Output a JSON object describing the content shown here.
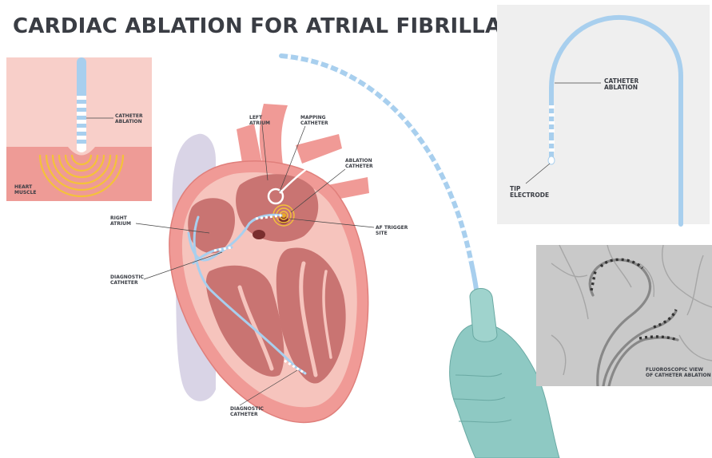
{
  "title": "CARDIAC ABLATION FOR ATRIAL FIBRILLATION",
  "inset_muscle": {
    "catheter_label": [
      "CATHETER",
      "ABLATION"
    ],
    "muscle_label": [
      "HEART",
      "MUSCLE"
    ]
  },
  "heart": {
    "left_atrium": [
      "LEFT",
      "ATRIUM"
    ],
    "mapping_catheter": [
      "MAPPING",
      "CATHETER"
    ],
    "ablation_catheter": [
      "ABLATION",
      "CATHETER"
    ],
    "right_atrium": [
      "RIGHT",
      "ATRIUM"
    ],
    "af_trigger": [
      "AF TRIGGER",
      "SITE"
    ],
    "diagnostic_catheter_upper": [
      "DIAGNOSTIC",
      "CATHETER"
    ],
    "diagnostic_catheter_lower": [
      "DIAGNOSTIC",
      "CATHETER"
    ]
  },
  "inset_catheter": {
    "catheter_label": [
      "CATHETER",
      "ABLATION"
    ],
    "tip_label": [
      "TIP",
      "ELECTRODE"
    ]
  },
  "inset_fluoro": {
    "caption": [
      "FLUOROSCOPIC VIEW",
      "OF CATHETER ABLATION"
    ]
  },
  "colors": {
    "catheter_blue": "#a8cfee",
    "heart_outer": "#f09a96",
    "heart_inner": "#f6c4bd",
    "chamber": "#c97472",
    "pericardium": "#d9d4e6",
    "glove": "#8ec9c3",
    "ablation_ring": "#f4c23a",
    "panel_grey": "#efefef",
    "fluoro_grey": "#c9c9c9"
  }
}
